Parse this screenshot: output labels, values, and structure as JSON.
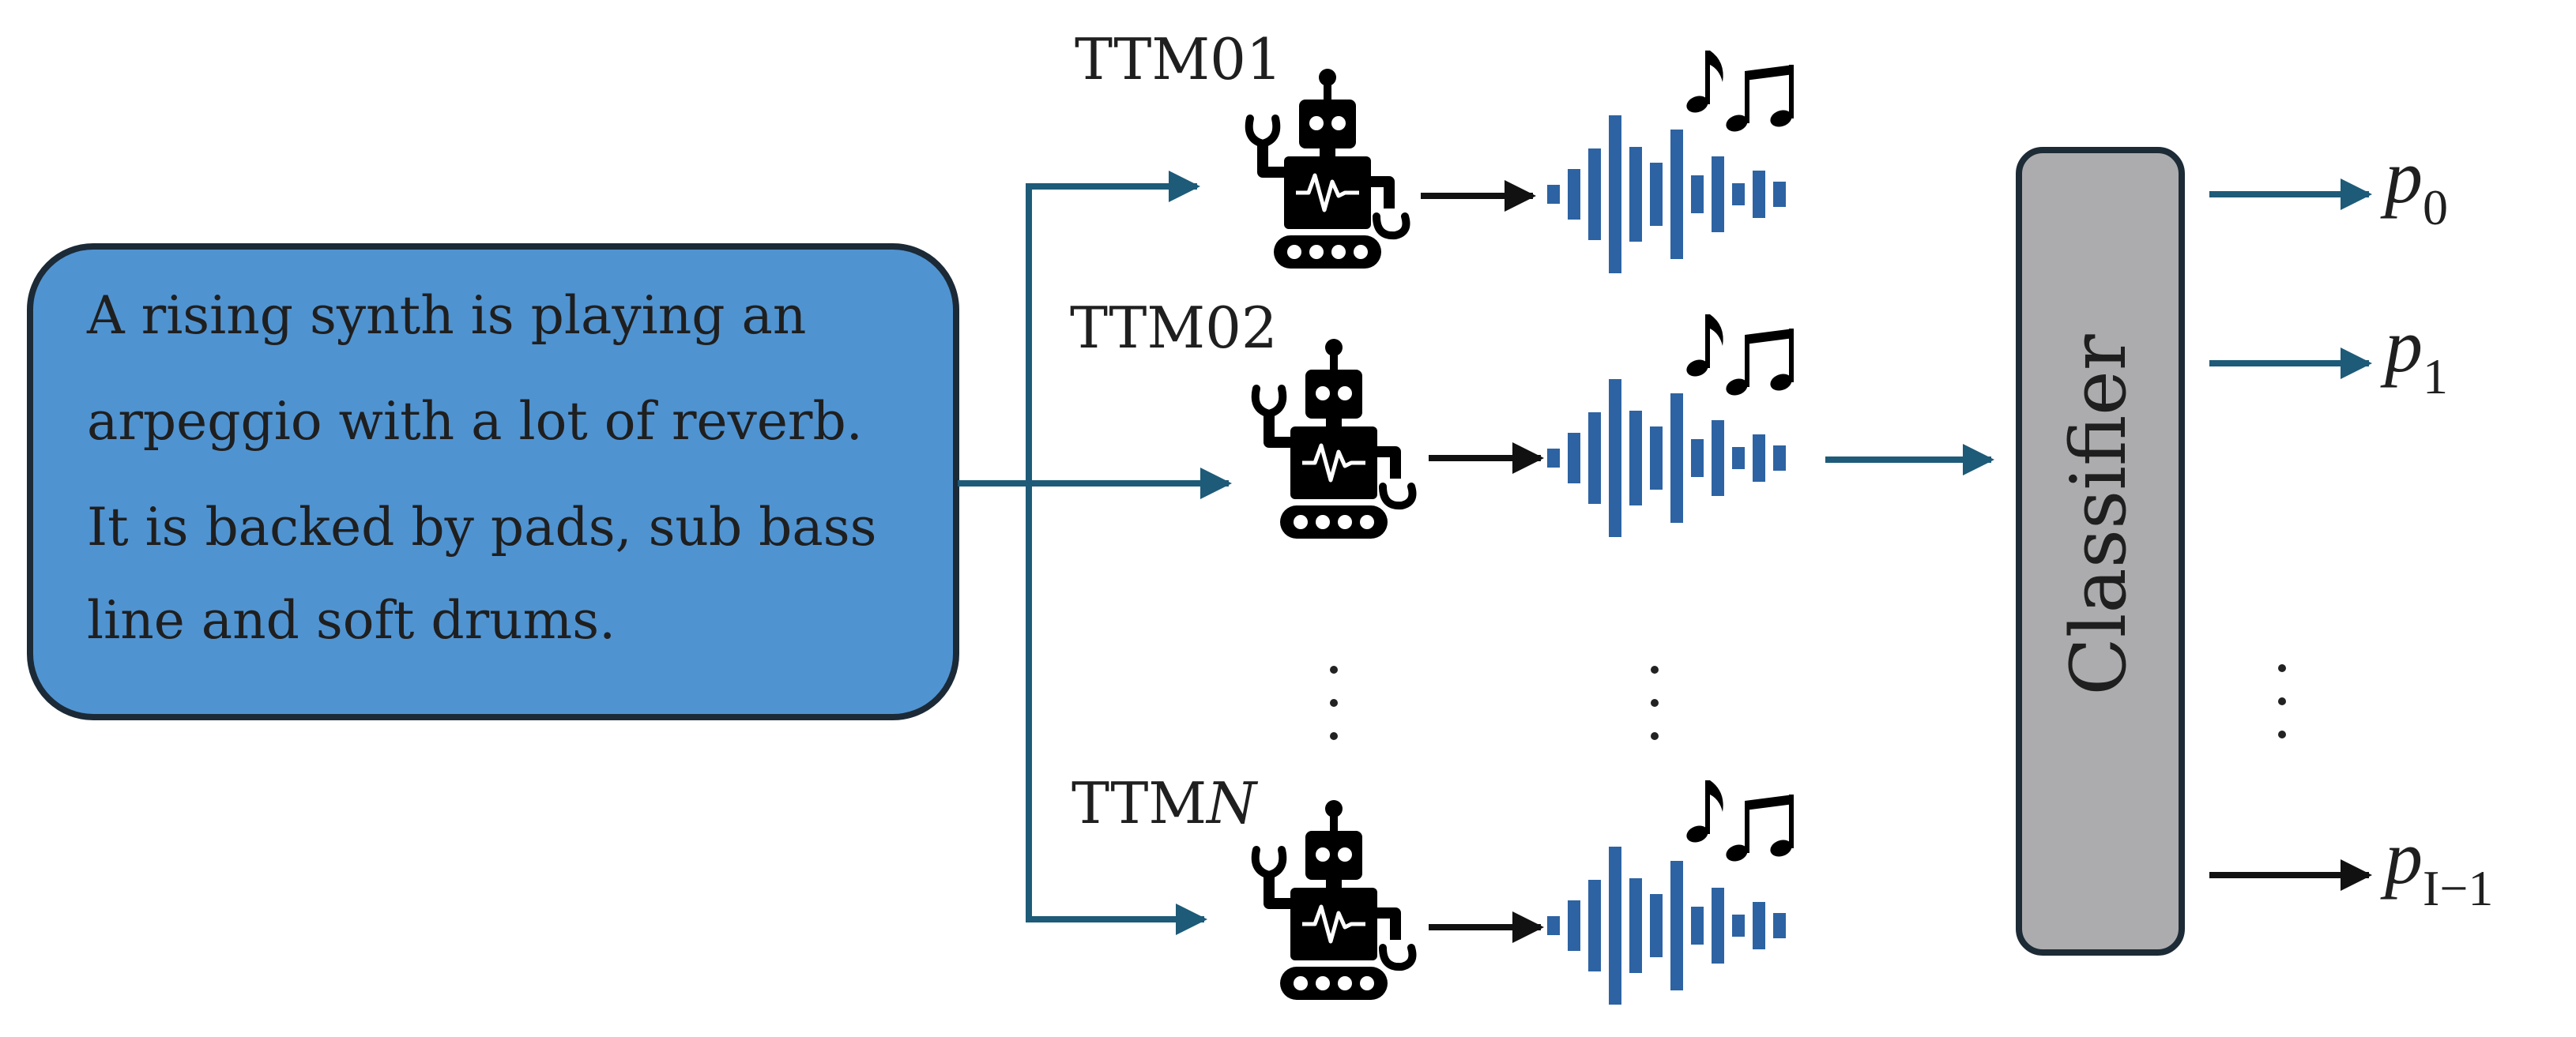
{
  "prompt": {
    "lines": [
      "A rising synth is playing an",
      "arpeggio with a lot of reverb.",
      "It is backed by pads, sub bass",
      "line and soft drums."
    ]
  },
  "models": [
    {
      "name": "TTM01"
    },
    {
      "name": "TTM02"
    },
    {
      "prefix": "TTM",
      "italic_suffix": "N"
    }
  ],
  "classifier": {
    "label": "Classifier"
  },
  "outputs": [
    {
      "base": "p",
      "sub": "0"
    },
    {
      "base": "p",
      "sub": "1"
    },
    {
      "base": "p",
      "sub": "I−1"
    }
  ],
  "colors": {
    "prompt_fill": "#5093d1",
    "prompt_border": "#1b2a36",
    "arrow_teal": "#1d5b78",
    "arrow_black": "#111111",
    "wave_blue": "#2d63a2",
    "classifier_fill": "#acacae",
    "classifier_border": "#1c2b36"
  },
  "icons": [
    "robot-icon",
    "waveform-icon",
    "music-notes-icon",
    "vertical-ellipsis-icon"
  ]
}
